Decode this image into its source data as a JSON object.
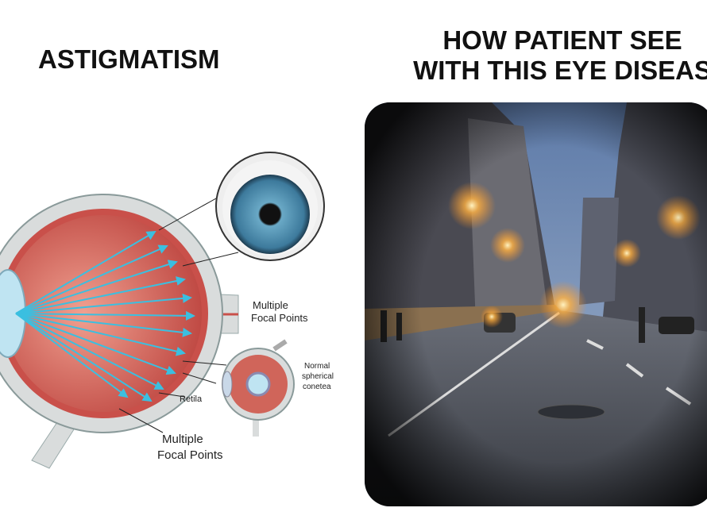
{
  "left_panel": {
    "title": "ASTIGMATISM",
    "labels": {
      "focal_top_1": "Multiple",
      "focal_top_2": "Focal Points",
      "retina": "Retila",
      "normal_1": "Normal",
      "normal_2": "spherical",
      "normal_3": "conetea",
      "focal_bottom_1": "Multiple",
      "focal_bottom_2": "Focal Points"
    }
  },
  "right_panel": {
    "title_line1": "HOW PATIENT SEE",
    "title_line2": "WITH THIS EYE DISEAS"
  },
  "colors": {
    "eye_red": "#c9504a",
    "ray": "#3bbfe0",
    "sclera": "#d9dcdc",
    "iris": "#4a8fb0"
  }
}
